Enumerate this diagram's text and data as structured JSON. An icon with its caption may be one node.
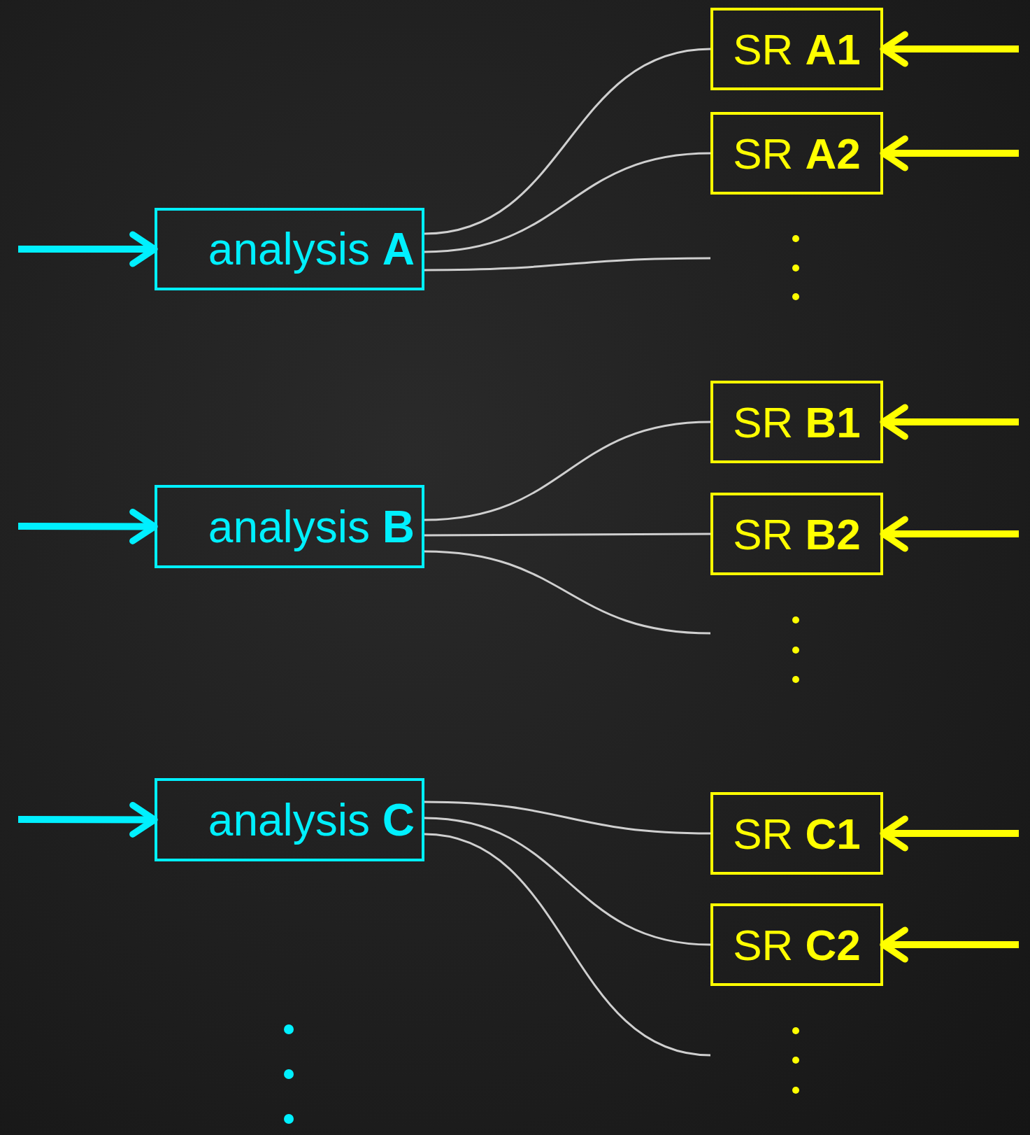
{
  "diagram": {
    "nodes": [
      {
        "text": [
          "analysis **A**"
        ]
      },
      {
        "text": [
          "analysis **B**"
        ]
      },
      {
        "text": [
          "analysis **C**"
        ]
      },
      {
        "text": [
          "SR **A1**"
        ]
      },
      {
        "text": [
          "SR **A2**"
        ]
      },
      {
        "text": [
          "SR **B1**"
        ]
      },
      {
        "text": [
          "SR **B2**"
        ]
      },
      {
        "text": [
          "SR **C1**"
        ]
      },
      {
        "text": [
          "SR **C2**"
        ]
      }
    ],
    "edges": [
      {
        "from": 0,
        "to": 3,
        "arrow": "none"
      },
      {
        "from": 0,
        "to": 4,
        "arrow": "none"
      },
      {
        "from": 0,
        "to": null,
        "arrow": "none"
      },
      {
        "from": 1,
        "to": 5,
        "arrow": "none"
      },
      {
        "from": 1,
        "to": 6,
        "arrow": "none"
      },
      {
        "from": 1,
        "to": null,
        "arrow": "none"
      },
      {
        "from": 2,
        "to": 7,
        "arrow": "none"
      },
      {
        "from": 2,
        "to": 8,
        "arrow": "none"
      },
      {
        "from": 2,
        "to": null,
        "arrow": "none"
      },
      {
        "from": null,
        "to": 0,
        "arrow": "to",
        "style": "thick",
        "color": "#00f0ff"
      },
      {
        "from": null,
        "to": 1,
        "arrow": "to",
        "style": "thick",
        "color": "#00f0ff"
      },
      {
        "from": null,
        "to": 2,
        "arrow": "to",
        "style": "thick",
        "color": "#00f0ff"
      },
      {
        "from": null,
        "to": 3,
        "arrow": "to",
        "style": "thick",
        "color": "#ffff00"
      },
      {
        "from": null,
        "to": 4,
        "arrow": "to",
        "style": "thick",
        "color": "#ffff00"
      },
      {
        "from": null,
        "to": 5,
        "arrow": "to",
        "style": "thick",
        "color": "#ffff00"
      },
      {
        "from": null,
        "to": 6,
        "arrow": "to",
        "style": "thick",
        "color": "#ffff00"
      },
      {
        "from": null,
        "to": 7,
        "arrow": "to",
        "style": "thick",
        "color": "#ffff00"
      },
      {
        "from": null,
        "to": 8,
        "arrow": "to",
        "style": "thick",
        "color": "#ffff00"
      }
    ]
  }
}
